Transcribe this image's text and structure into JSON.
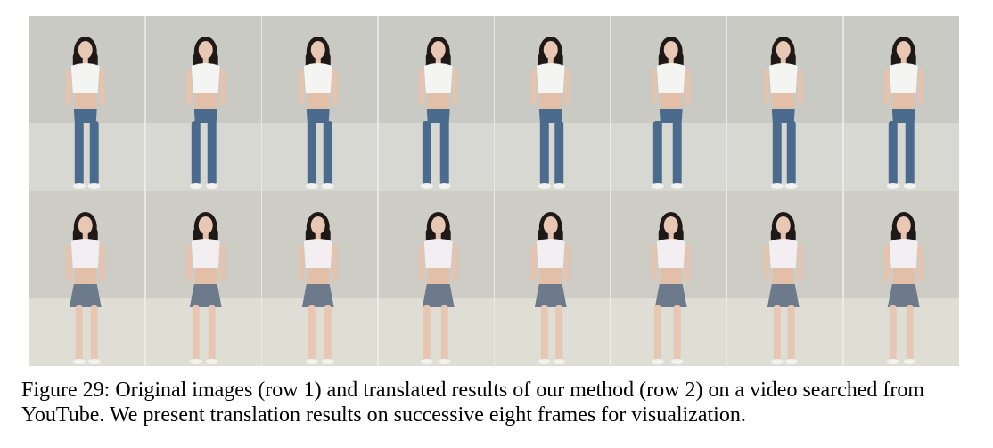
{
  "figure": {
    "caption": "Figure 29: Original images (row 1) and translated results of our method (row 2) on a video searched from YouTube. We present translation results on successive eight frames for visualization.",
    "rows": [
      {
        "frames": 8,
        "content": "original",
        "style": {
          "bg": "#c9cac4",
          "floor": "#d8d8d2",
          "top": "#f4f4f2",
          "bottom": "#4b6b8e",
          "kind": "jeans"
        }
      },
      {
        "frames": 8,
        "content": "translated",
        "style": {
          "bg": "#cdcdc5",
          "floor": "#deded5",
          "top": "#f3eef2",
          "bottom": "#6d7a8c",
          "kind": "skirt"
        }
      }
    ]
  }
}
